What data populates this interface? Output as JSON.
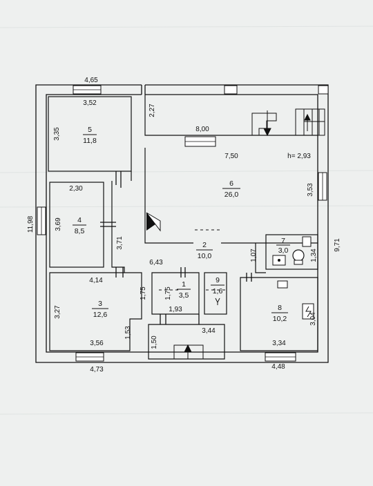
{
  "plan": {
    "outer": {
      "top": "4,65",
      "left": "11,98",
      "right": "9,71",
      "bottom_left": "4,73",
      "bottom_right": "4,48"
    },
    "rooms": [
      {
        "num": "1",
        "area": "3,5"
      },
      {
        "num": "2",
        "area": "10,0"
      },
      {
        "num": "3",
        "area": "12,6"
      },
      {
        "num": "4",
        "area": "8,5"
      },
      {
        "num": "5",
        "area": "11,8"
      },
      {
        "num": "6",
        "area": "26,0"
      },
      {
        "num": "7",
        "area": "3,0"
      },
      {
        "num": "8",
        "area": "10,2"
      },
      {
        "num": "9",
        "area": "1,6"
      }
    ],
    "dims": {
      "r5_top": "3,52",
      "r5_side": "3,35",
      "r4_top": "2,30",
      "r4_side": "3,69",
      "r3_top": "4,14",
      "r3_left": "3,27",
      "r3_right": "1,75",
      "r3_notch": "1,53",
      "r3_bottom": "3,56",
      "upper_left": "2,27",
      "upper_top": "8,00",
      "r6_top": "7,50",
      "height": "h= 2,93",
      "r6_right": "3,53",
      "corridor_v": "3,71",
      "corridor_h": "6,43",
      "r7_side": "1,07",
      "r7_right": "1,34",
      "r1_side": "1,75",
      "r1_bottom": "1,93",
      "porch_side": "1,50",
      "porch_top": "3,44",
      "r8_right": "3,04",
      "r8_bottom": "3,34"
    }
  }
}
